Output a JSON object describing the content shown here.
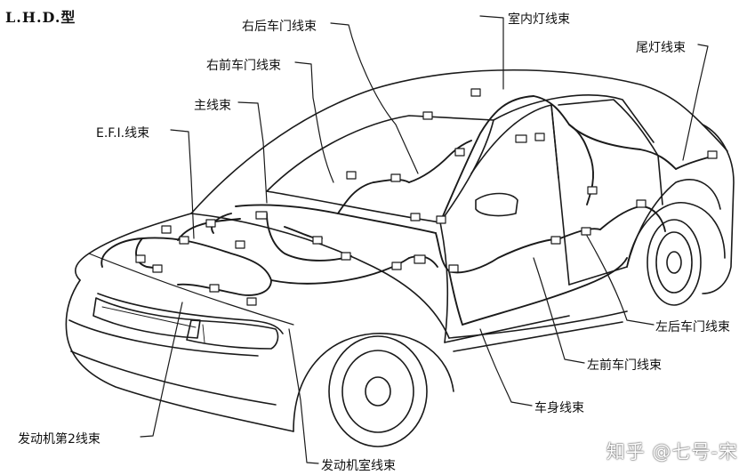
{
  "title": "L.H.D.型",
  "labels": {
    "rr_door": "右后车门线束",
    "rf_door": "右前车门线束",
    "main": "主线束",
    "efi": "E.F.I.线束",
    "room_lamp": "室内灯线束",
    "tail_lamp": "尾灯线束",
    "lr_door": "左后车门线束",
    "lf_door": "左前车门线束",
    "body": "车身线束",
    "engine2": "发动机第2线束",
    "engine_room": "发动机室线束"
  },
  "watermark": "知乎 @七号-宋",
  "colors": {
    "line": "#1a1a1a",
    "background": "#ffffff"
  }
}
